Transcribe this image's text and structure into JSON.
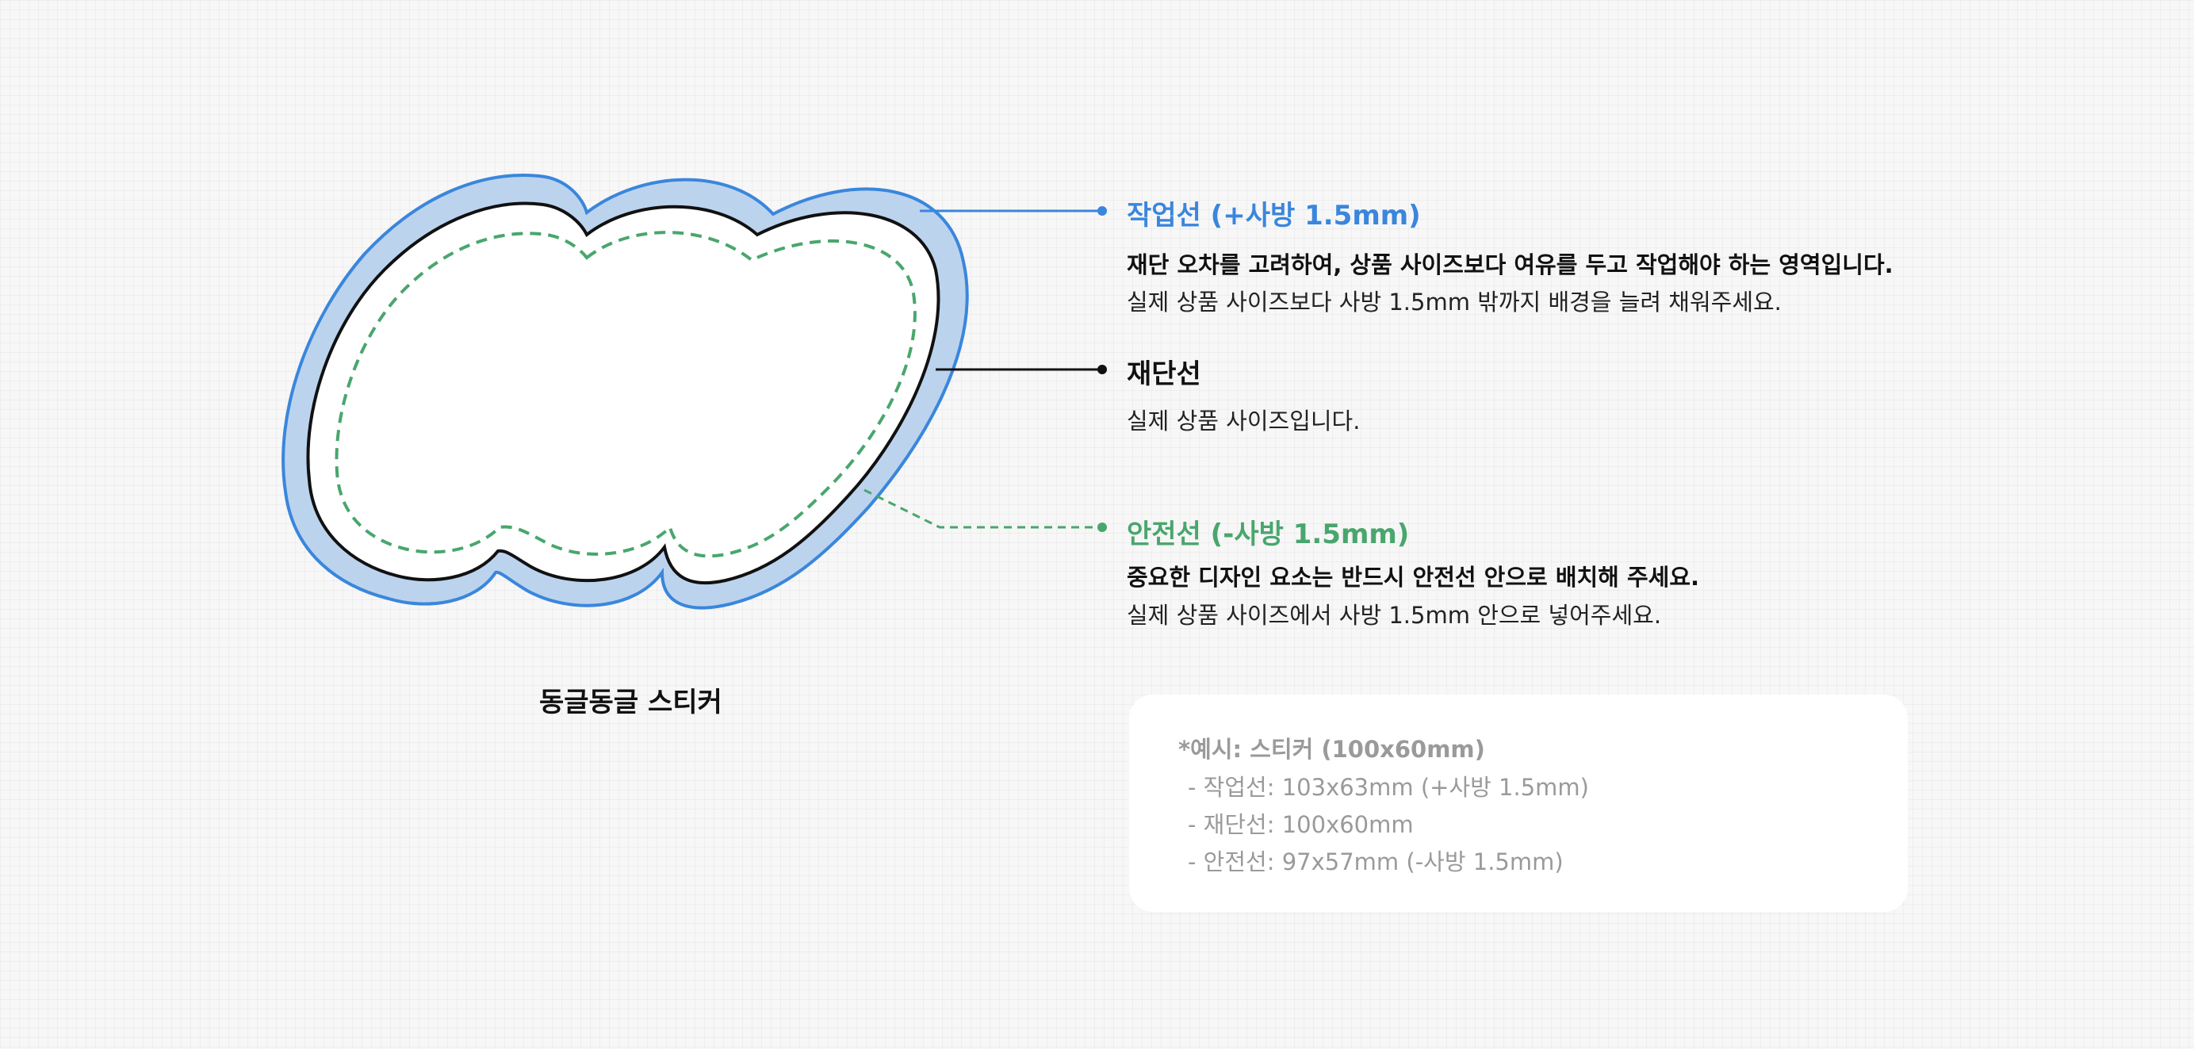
{
  "sticker_caption": "동글동글 스티커",
  "colors": {
    "work_line": "#3a86dc",
    "work_fill": "#bcd3ee",
    "cut_line": "#111111",
    "safe_line": "#49a66d"
  },
  "callouts": {
    "work_line": {
      "title": "작업선 (+사방 1.5mm)",
      "desc_bold": "재단 오차를 고려하여, 상품 사이즈보다 여유를 두고 작업해야 하는 영역입니다.",
      "desc": "실제 상품 사이즈보다 사방 1.5mm 밖까지 배경을 늘려 채워주세요."
    },
    "cut_line": {
      "title": "재단선",
      "desc": "실제 상품 사이즈입니다."
    },
    "safe_line": {
      "title": "안전선 (-사방 1.5mm)",
      "desc_bold": "중요한 디자인 요소는 반드시 안전선 안으로 배치해 주세요.",
      "desc": "실제 상품 사이즈에서 사방 1.5mm 안으로 넣어주세요."
    }
  },
  "example": {
    "title": "*예시: 스티커 (100x60mm)",
    "items": [
      "- 작업선: 103x63mm (+사방 1.5mm)",
      "- 재단선: 100x60mm",
      "- 안전선: 97x57mm (-사방 1.5mm)"
    ]
  }
}
